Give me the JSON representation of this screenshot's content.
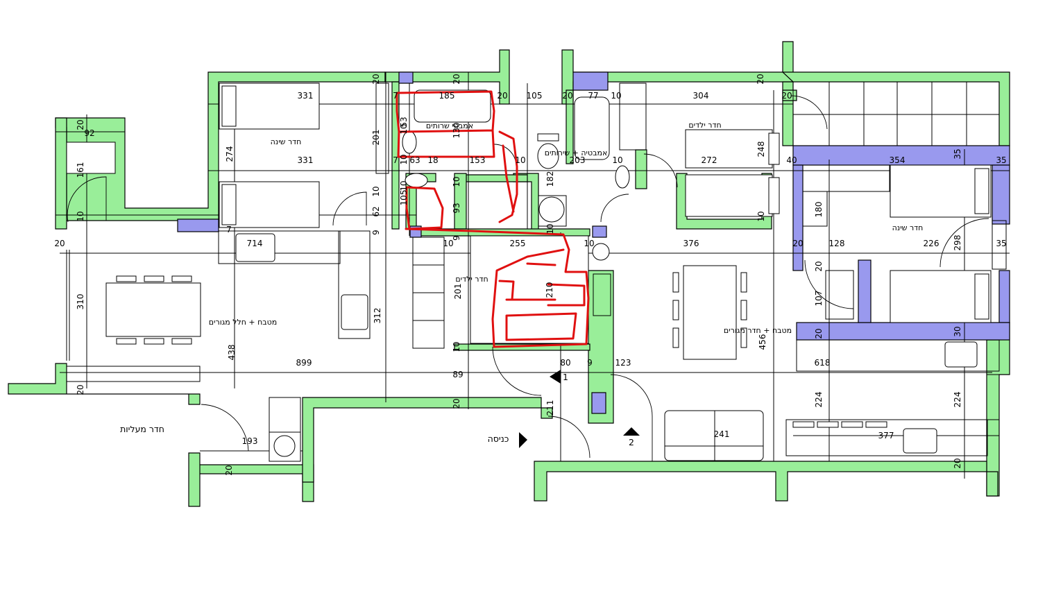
{
  "rooms": {
    "bedroom_left": "חדר שינה",
    "bath_top_left": "אמבטי שרותים",
    "bath_top_mid": "אמבטיה + שירותים",
    "kids_top_right": "חדר ילדים",
    "bedroom_right": "חדר שינה",
    "kids_middle": "חדר ילדים",
    "kitchen_left": "מטבח + חלל מגורים",
    "kitchen_right": "מטבח + חדר מגורים",
    "stairs_room": "חדר מעליות",
    "entrance": "כניסה"
  },
  "markers": {
    "entry1": "1",
    "entry2": "2"
  },
  "dims": {
    "d331a": "331",
    "d331b": "331",
    "d274": "274",
    "d92": "92",
    "d161": "161",
    "d185": "185",
    "d105a": "105",
    "d77": "77",
    "d304": "304",
    "d272": "272",
    "d248": "248",
    "d354": "354",
    "d203": "203",
    "d182": "182",
    "d153": "153",
    "d130": "130",
    "d201a": "201",
    "d53": "53",
    "d63": "63",
    "d105b": "105",
    "d93": "93",
    "d62": "62",
    "d714": "714",
    "d255": "255",
    "d376": "376",
    "d128": "128",
    "d226": "226",
    "d298": "298",
    "d180": "180",
    "d107": "107",
    "d310": "310",
    "d312": "312",
    "d201b": "201",
    "d210": "210",
    "d438": "438",
    "d456": "456",
    "d899": "899",
    "d89": "89",
    "d80": "80",
    "d9a": "9",
    "d123": "123",
    "d618": "618",
    "d224a": "224",
    "d224b": "224",
    "d211": "211",
    "d193": "193",
    "d241": "241",
    "d377": "377",
    "d9b": "9",
    "d9c": "9",
    "w20a": "20",
    "w20b": "20",
    "w20c": "20",
    "w20d": "20",
    "w20e": "20",
    "w20f": "20",
    "w20g": "20",
    "w20h": "20",
    "w20i": "20",
    "w20j": "20",
    "w20k": "20",
    "w20l": "20",
    "w20m": "20",
    "w20n": "20",
    "w20o": "20",
    "w10a": "10",
    "w10b": "10",
    "w10c": "10",
    "w10d": "10",
    "w10e": "10",
    "w10f": "10",
    "w10g": "10",
    "w10h": "10",
    "w10i": "10",
    "w10j": "10",
    "w10k": "10",
    "w10l": "10",
    "w10m": "10",
    "w10n": "10",
    "w7a": "7",
    "w7b": "7",
    "w7c": "7",
    "w18": "18",
    "w40": "40",
    "w35a": "35",
    "w35b": "35",
    "w35c": "35",
    "w30": "30"
  },
  "colors": {
    "wall": "#99ee99",
    "column": "#9999ee",
    "markup": "#e01010"
  }
}
